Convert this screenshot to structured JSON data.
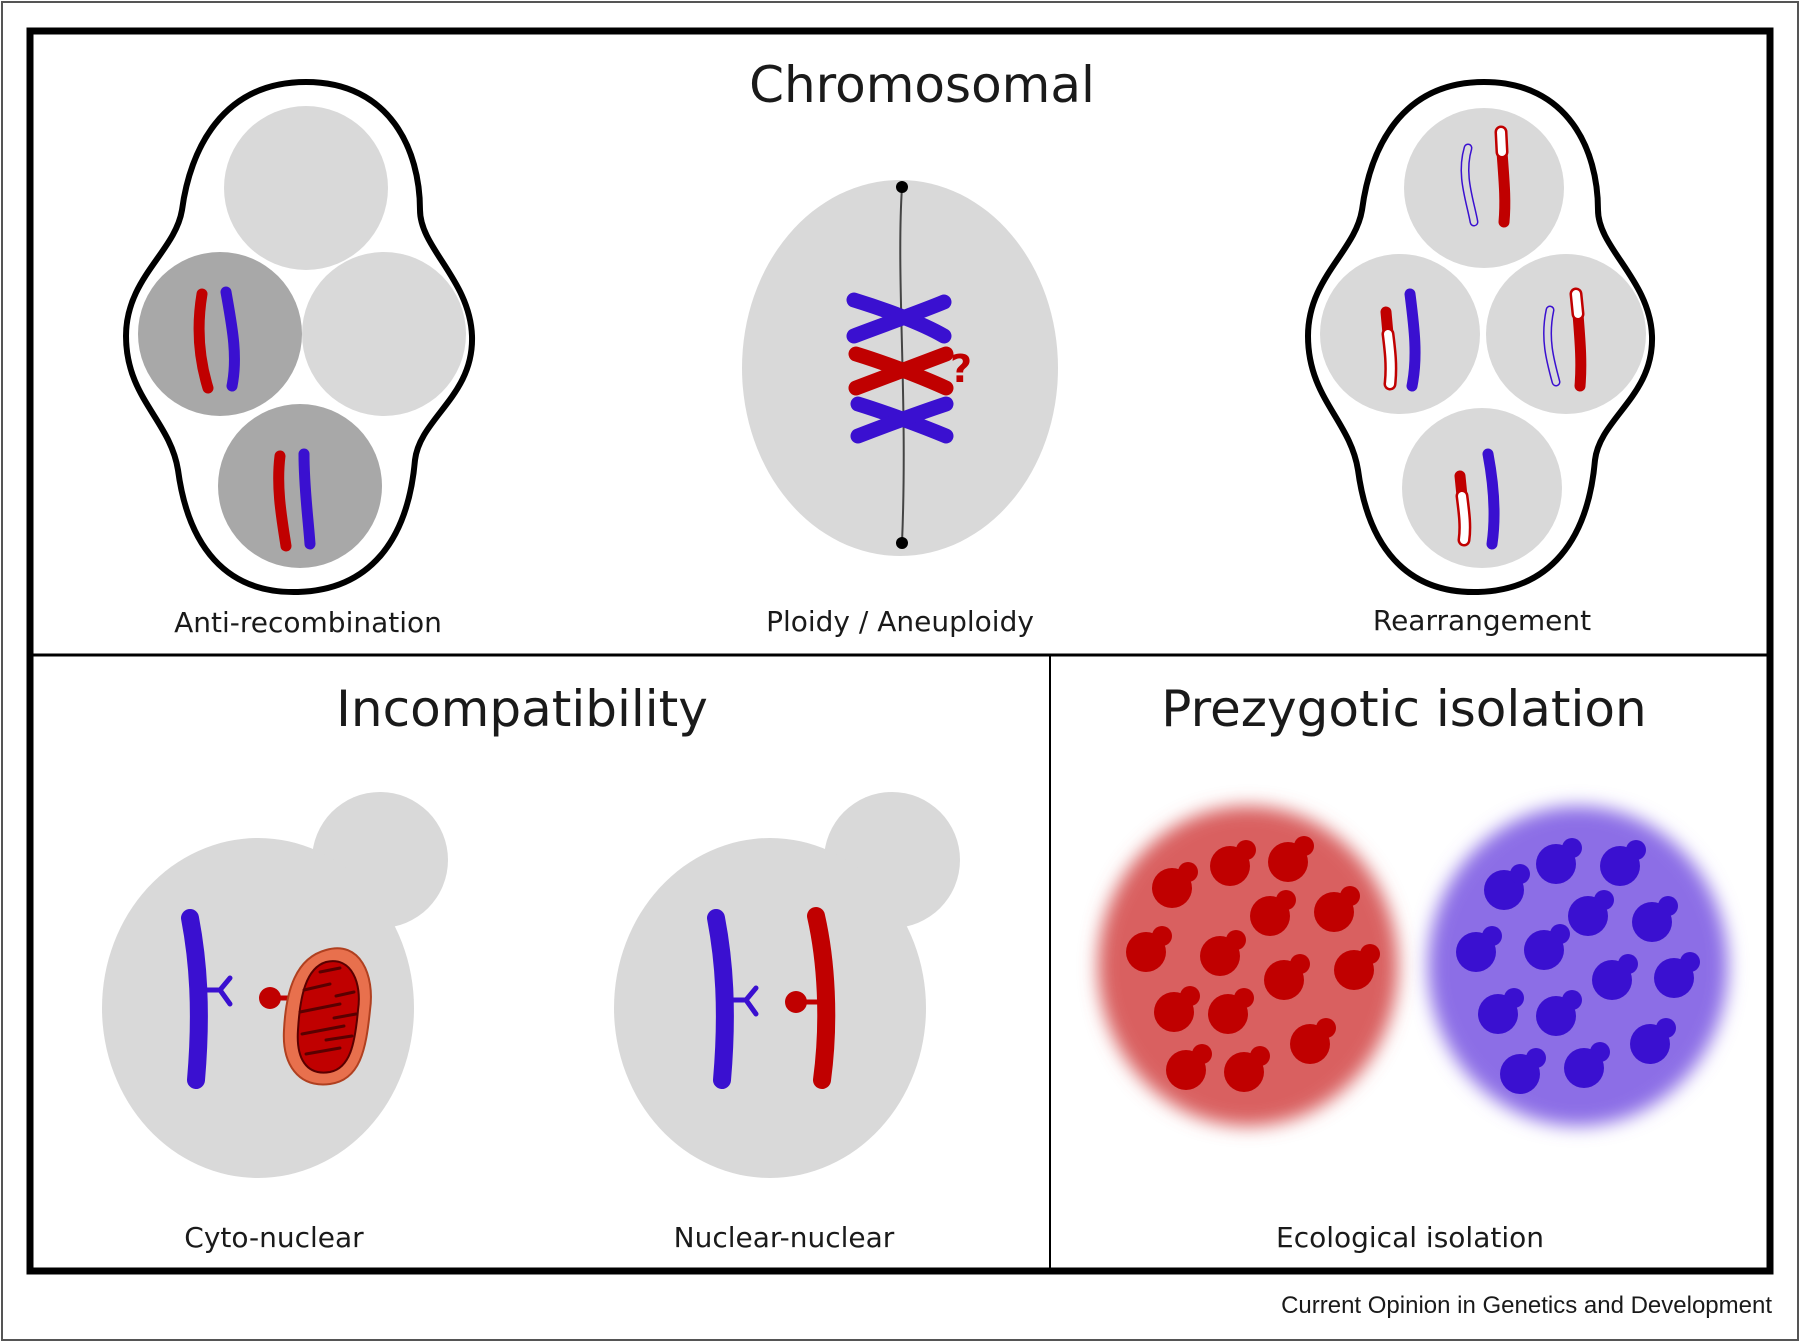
{
  "panels": {
    "chromosomal": {
      "title": "Chromosomal",
      "labels": [
        "Anti-recombination",
        "Ploidy / Aneuploidy",
        "Rearrangement"
      ],
      "question_mark": "?"
    },
    "incompatibility": {
      "title": "Incompatibility",
      "labels": [
        "Cyto-nuclear",
        "Nuclear-nuclear"
      ]
    },
    "prezygotic": {
      "title": "Prezygotic isolation",
      "labels": [
        "Ecological isolation"
      ]
    }
  },
  "footer": {
    "credit": "Current Opinion in Genetics and Development"
  },
  "colors": {
    "red": "#c00000",
    "blue": "#3a10d0",
    "cell_grey": "#d9d9d9",
    "dark_grey": "#a8a8a8",
    "mito_orange": "#e8704d",
    "red_habitat": "#d96060",
    "blue_habitat": "#8c6ee6"
  }
}
